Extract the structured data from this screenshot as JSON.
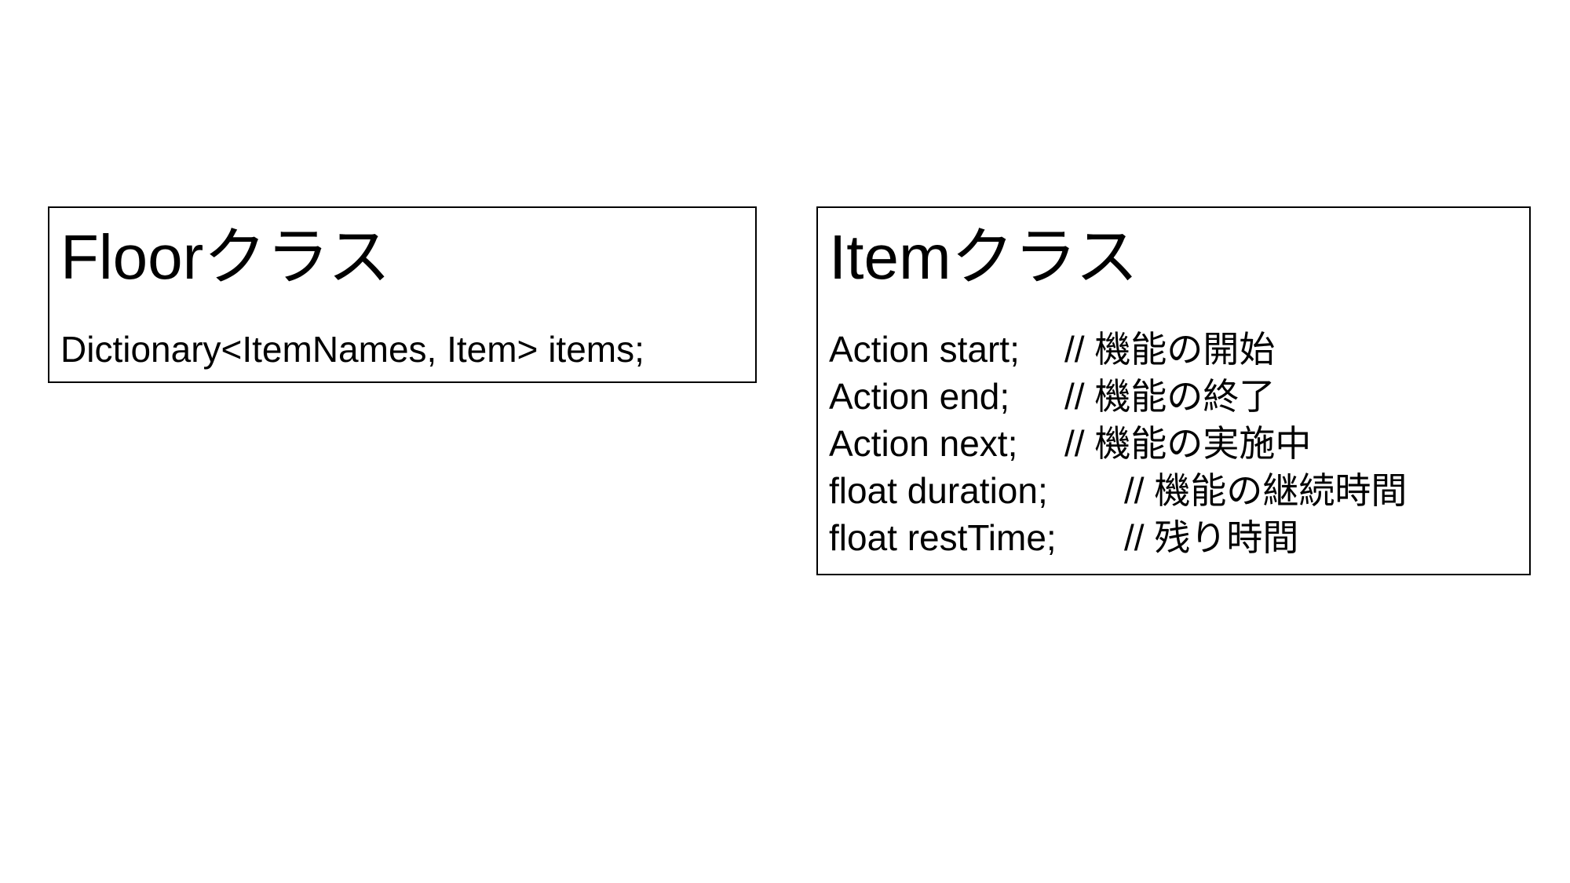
{
  "floor_class": {
    "title": "Floorクラス",
    "members": [
      {
        "decl": "Dictionary<ItemNames, Item> items;",
        "comment": ""
      }
    ]
  },
  "item_class": {
    "title": "Itemクラス",
    "members": [
      {
        "decl": "Action start;",
        "comment": "// 機能の開始"
      },
      {
        "decl": "Action end;",
        "comment": "// 機能の終了"
      },
      {
        "decl": "Action next;",
        "comment": "// 機能の実施中"
      },
      {
        "decl": "float duration;",
        "comment": "// 機能の継続時間"
      },
      {
        "decl": "float restTime;",
        "comment": "// 残り時間"
      }
    ]
  }
}
